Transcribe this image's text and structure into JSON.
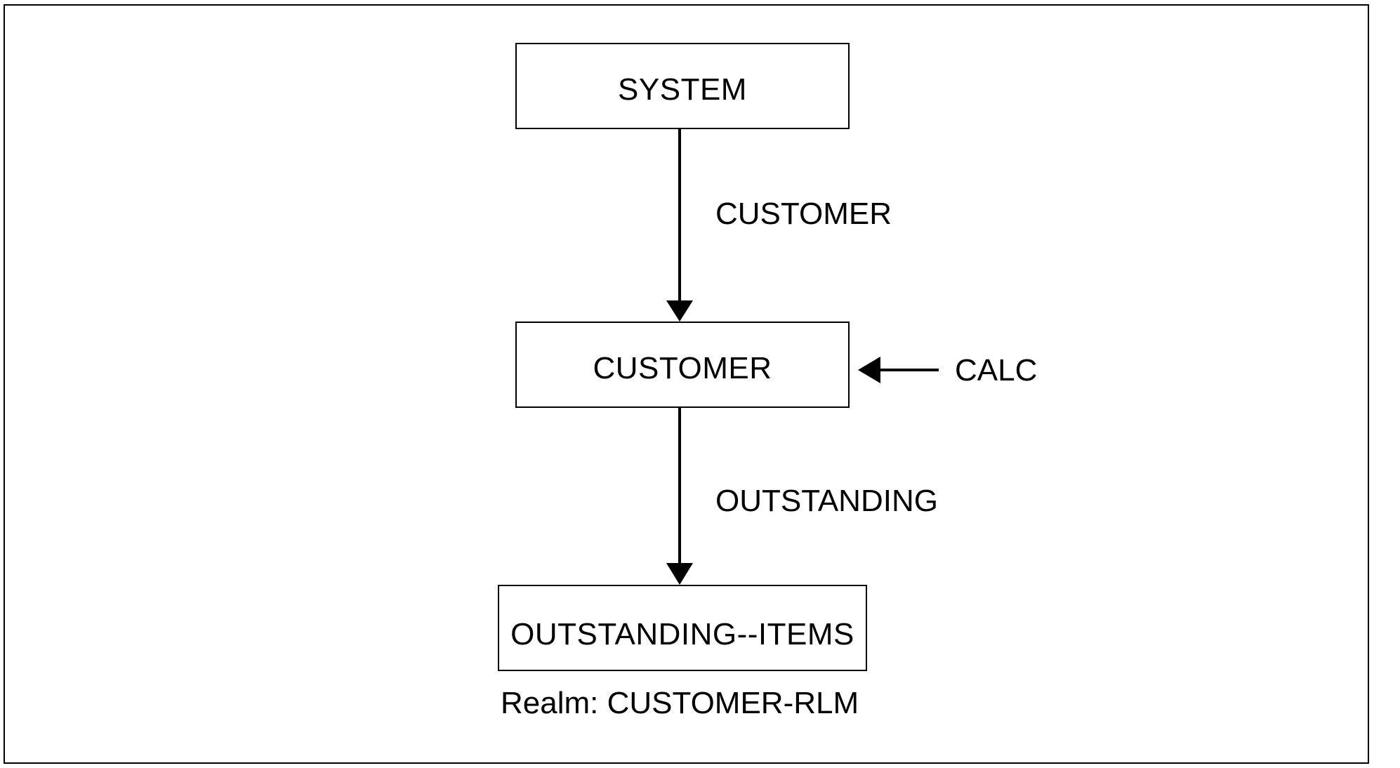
{
  "diagram": {
    "records": {
      "system": "SYSTEM",
      "customer": "CUSTOMER",
      "outstanding_items": "OUTSTANDING--ITEMS"
    },
    "sets": {
      "customer_set": "CUSTOMER",
      "outstanding_set": "OUTSTANDING"
    },
    "location_mode": "CALC",
    "realm": "Realm: CUSTOMER-RLM"
  },
  "colors": {
    "line": "#000000",
    "background": "#ffffff"
  }
}
